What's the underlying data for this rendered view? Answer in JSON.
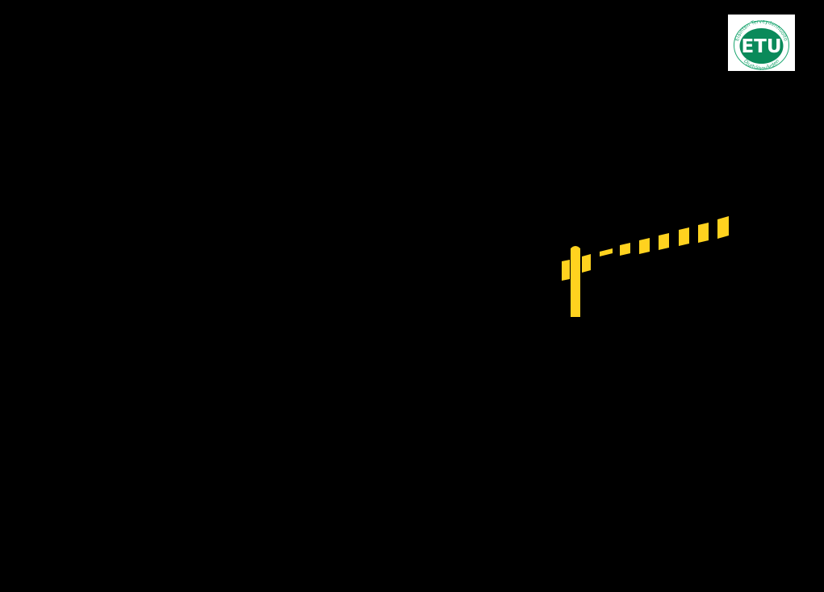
{
  "logo": {
    "icon": "etu-logo-icon",
    "monogram": "ETU",
    "text_top": "Eläinten Terveydenhuolto",
    "text_bottom": "Djurhälsovården",
    "brand_color": "#0a8a5a",
    "ring_color": "#1aa56f"
  },
  "barrier": {
    "icon": "boom-barrier-icon",
    "color": "#ffd21f",
    "state": "closed"
  },
  "colors": {
    "background": "#000000"
  }
}
